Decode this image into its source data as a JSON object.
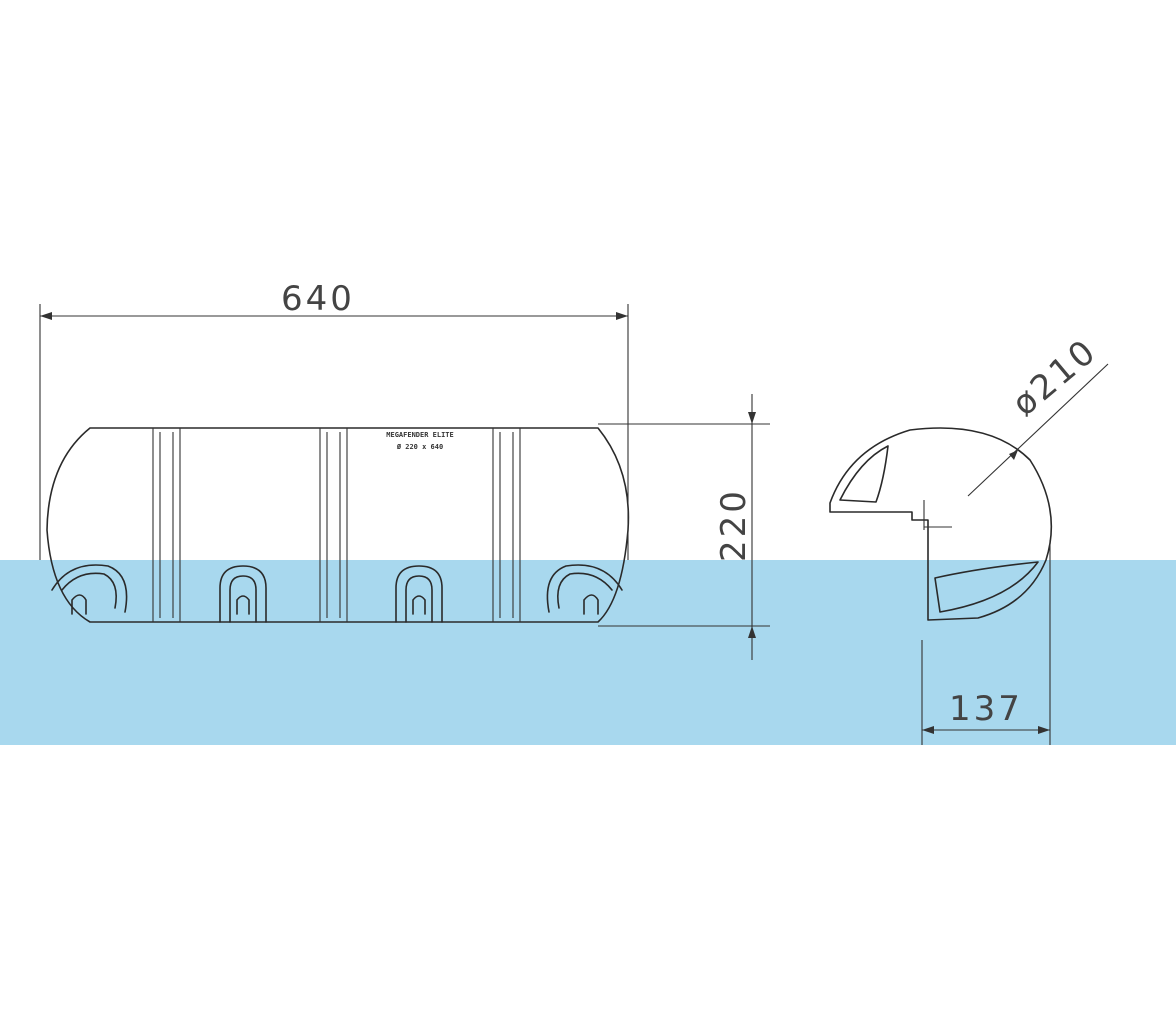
{
  "diagram": {
    "water_color": "#a8d8ee",
    "line_color": "#2a2a2a",
    "dimensions": {
      "length": "640",
      "height": "220",
      "diameter": "ø210",
      "width": "137"
    },
    "fender_label": {
      "line1": "MEGAFENDER ELITE",
      "line2": "Ø 220 x 640"
    }
  }
}
